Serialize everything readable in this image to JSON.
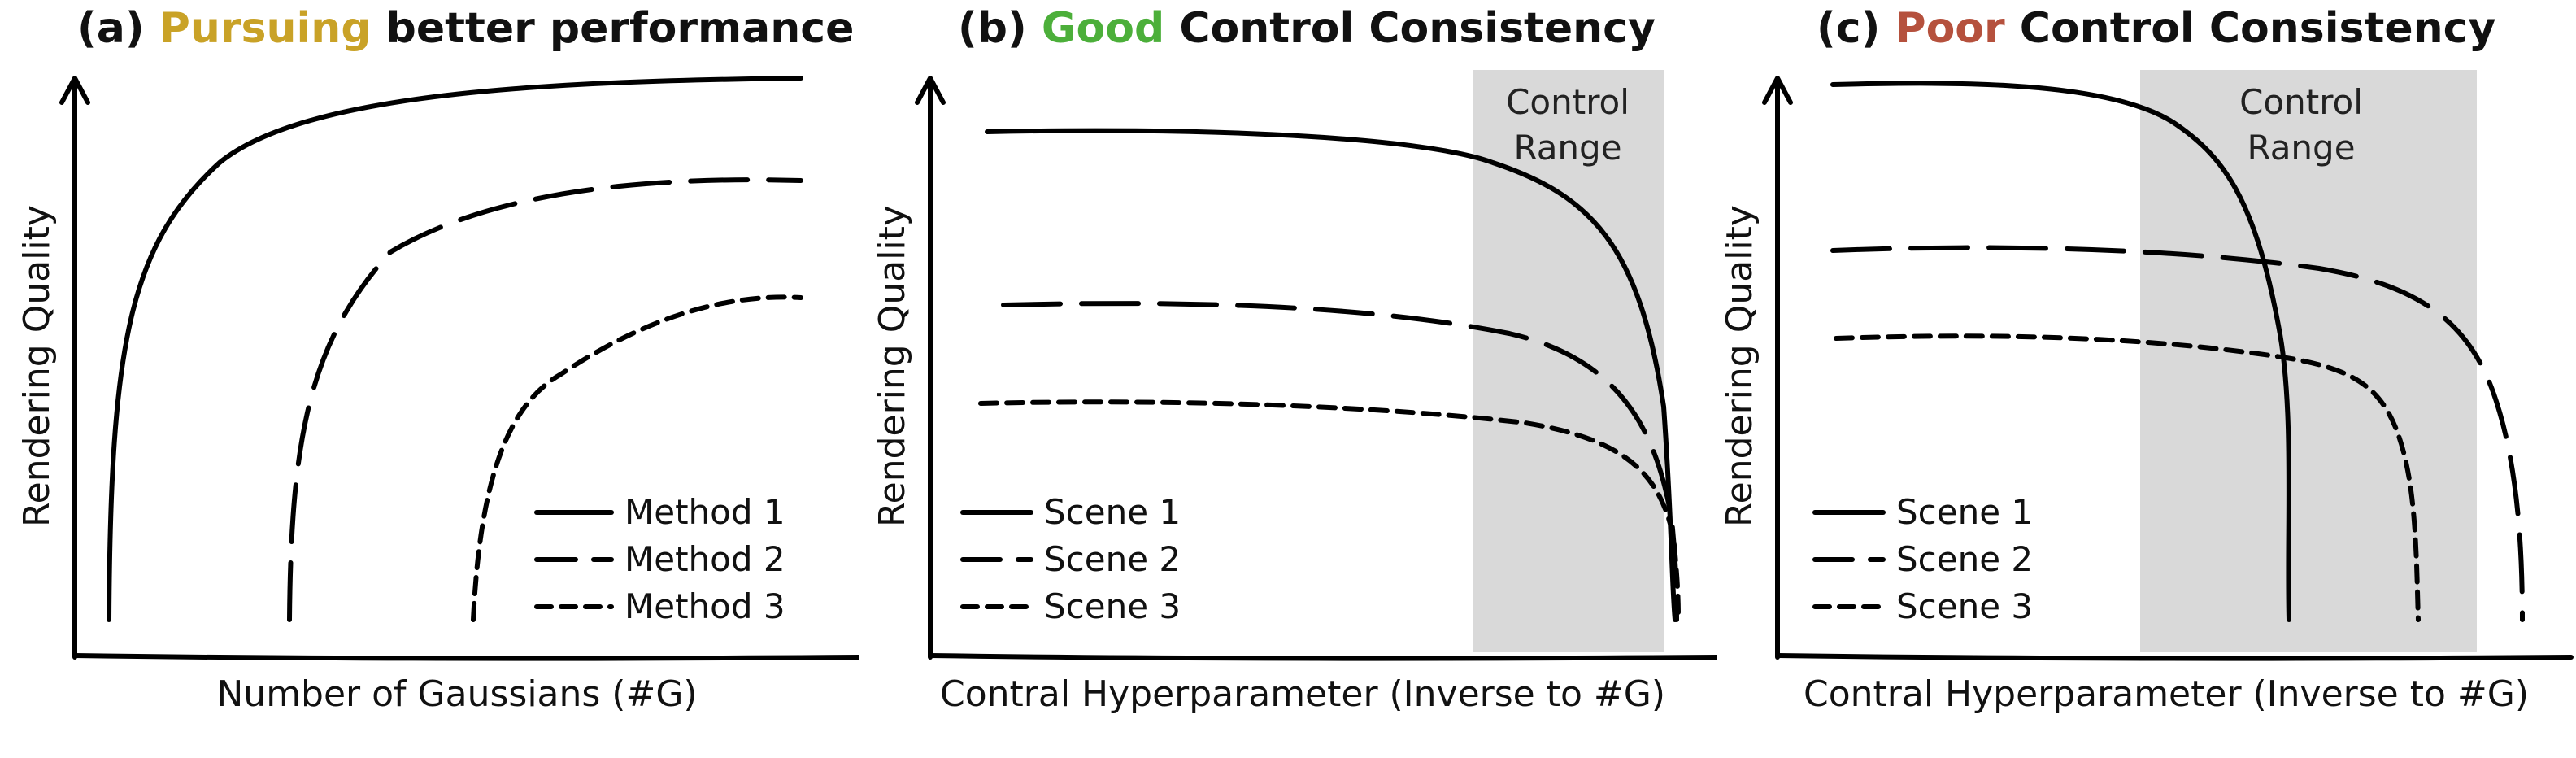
{
  "colors": {
    "pursuing": "#c9a227",
    "good": "#4caf3a",
    "poor": "#b5513d",
    "control_range": "#d9d9d9",
    "ink": "#000000"
  },
  "panels": [
    {
      "id": "a",
      "title_prefix": "(a) ",
      "title_highlight": "Pursuing",
      "title_suffix": " better performance",
      "highlight_color": "#c9a227",
      "xlabel": "Number of Gaussians (#G)",
      "ylabel": "Rendering Quality",
      "legend": [
        {
          "label": "Method 1",
          "style": "solid"
        },
        {
          "label": "Method 2",
          "style": "long-dash"
        },
        {
          "label": "Method 3",
          "style": "short-dash"
        }
      ]
    },
    {
      "id": "b",
      "title_prefix": "(b) ",
      "title_highlight": "Good",
      "title_suffix": " Control Consistency",
      "highlight_color": "#4caf3a",
      "xlabel": "Contral Hyperparameter (Inverse to #G)",
      "ylabel": "Rendering Quality",
      "region_label_line1": "Control",
      "region_label_line2": "Range",
      "legend": [
        {
          "label": "Scene 1",
          "style": "solid"
        },
        {
          "label": "Scene 2",
          "style": "long-dash"
        },
        {
          "label": "Scene 3",
          "style": "short-dash"
        }
      ]
    },
    {
      "id": "c",
      "title_prefix": "(c) ",
      "title_highlight": "Poor",
      "title_suffix": " Control Consistency",
      "highlight_color": "#b5513d",
      "xlabel": "Contral Hyperparameter (Inverse to #G)",
      "ylabel": "Rendering Quality",
      "region_label_line1": "Control",
      "region_label_line2": "Range",
      "legend": [
        {
          "label": "Scene 1",
          "style": "solid"
        },
        {
          "label": "Scene 2",
          "style": "long-dash"
        },
        {
          "label": "Scene 3",
          "style": "short-dash"
        }
      ]
    }
  ]
}
